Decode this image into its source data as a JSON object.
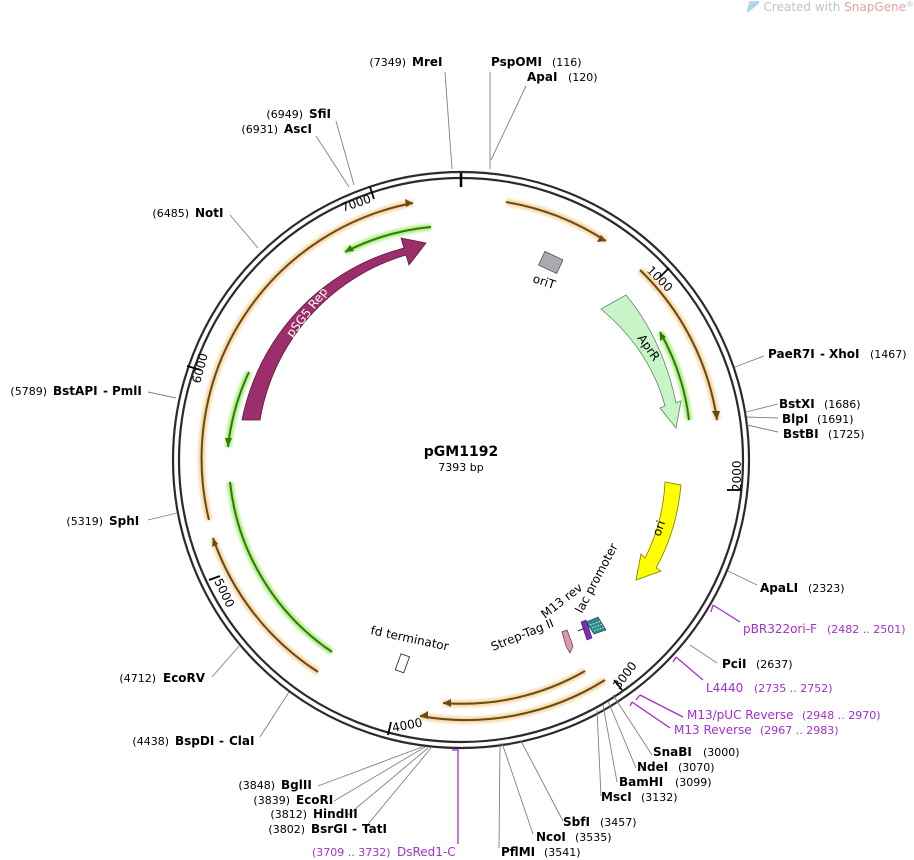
{
  "watermark": {
    "prefix": "Created with ",
    "brand": "SnapGene",
    "mark": "®"
  },
  "plasmid": {
    "name": "pGM1192",
    "length_label": "7393 bp",
    "length": 7393
  },
  "ticks": [
    "1000",
    "2000",
    "3000",
    "4000",
    "5000",
    "6000",
    "7000"
  ],
  "features": [
    {
      "id": "pSG5-Rep",
      "label": "pSG5 Rep",
      "color": "#9c2f6b"
    },
    {
      "id": "AprR",
      "label": "AprR",
      "color": "#c8f5c8"
    },
    {
      "id": "ori",
      "label": "ori",
      "color": "#ffff00"
    },
    {
      "id": "oriT",
      "label": "oriT",
      "color": "#a9a9b2"
    },
    {
      "id": "fd-terminator",
      "label": "fd terminator",
      "color": "#ffffff"
    },
    {
      "id": "lac-promoter",
      "label": "lac promoter",
      "color": "#2e8b8b"
    },
    {
      "id": "M13-rev",
      "label": "M13 rev",
      "color": "#7b2fb0"
    },
    {
      "id": "Strep-Tag-II",
      "label": "Strep-Tag II",
      "color": "#d79ab4"
    }
  ],
  "sites": [
    {
      "name": "MreI",
      "pos": "(7349)"
    },
    {
      "name": "PspOMI",
      "pos": "(116)"
    },
    {
      "name": "ApaI",
      "pos": "(120)"
    },
    {
      "name": "SfiI",
      "pos": "(6949)"
    },
    {
      "name": "AscI",
      "pos": "(6931)"
    },
    {
      "name": "NotI",
      "pos": "(6485)"
    },
    {
      "name": "PaeR7I",
      "name2": "XhoI",
      "pos": "(1467)"
    },
    {
      "name": "BstXI",
      "pos": "(1686)"
    },
    {
      "name": "BlpI",
      "pos": "(1691)"
    },
    {
      "name": "BstBI",
      "pos": "(1725)"
    },
    {
      "name": "BstAPI",
      "name2": "PmlI",
      "pos": "(5789)"
    },
    {
      "name": "SphI",
      "pos": "(5319)"
    },
    {
      "name": "ApaLI",
      "pos": "(2323)"
    },
    {
      "name": "PciI",
      "pos": "(2637)"
    },
    {
      "name": "EcoRV",
      "pos": "(4712)"
    },
    {
      "name": "BspDI",
      "name2": "ClaI",
      "pos": "(4438)"
    },
    {
      "name": "SnaBI",
      "pos": "(3000)"
    },
    {
      "name": "NdeI",
      "pos": "(3070)"
    },
    {
      "name": "BamHI",
      "pos": "(3099)"
    },
    {
      "name": "MscI",
      "pos": "(3132)"
    },
    {
      "name": "BglII",
      "pos": "(3848)"
    },
    {
      "name": "EcoRI",
      "pos": "(3839)"
    },
    {
      "name": "HindIII",
      "pos": "(3812)"
    },
    {
      "name": "BsrGI",
      "name2": "TatI",
      "pos": "(3802)"
    },
    {
      "name": "SbfI",
      "pos": "(3457)"
    },
    {
      "name": "NcoI",
      "pos": "(3535)"
    },
    {
      "name": "PflMI",
      "pos": "(3541)"
    }
  ],
  "primers": [
    {
      "name": "pBR322ori-F",
      "range": "(2482 .. 2501)"
    },
    {
      "name": "L4440",
      "range": "(2735 .. 2752)"
    },
    {
      "name": "M13/pUC Reverse",
      "range": "(2948 .. 2970)"
    },
    {
      "name": "M13 Reverse",
      "range": "(2967 .. 2983)"
    },
    {
      "name": "DsRed1-C",
      "range": "(3709 .. 3732)"
    }
  ],
  "colors": {
    "backbone": "#2b2b2b",
    "orf_orange": "#e8a85a",
    "orf_orange_dark": "#6b4a10",
    "orf_green": "#2f7d00",
    "orf_green_glow": "#b5ec8f",
    "primer": "#a22fd0"
  }
}
